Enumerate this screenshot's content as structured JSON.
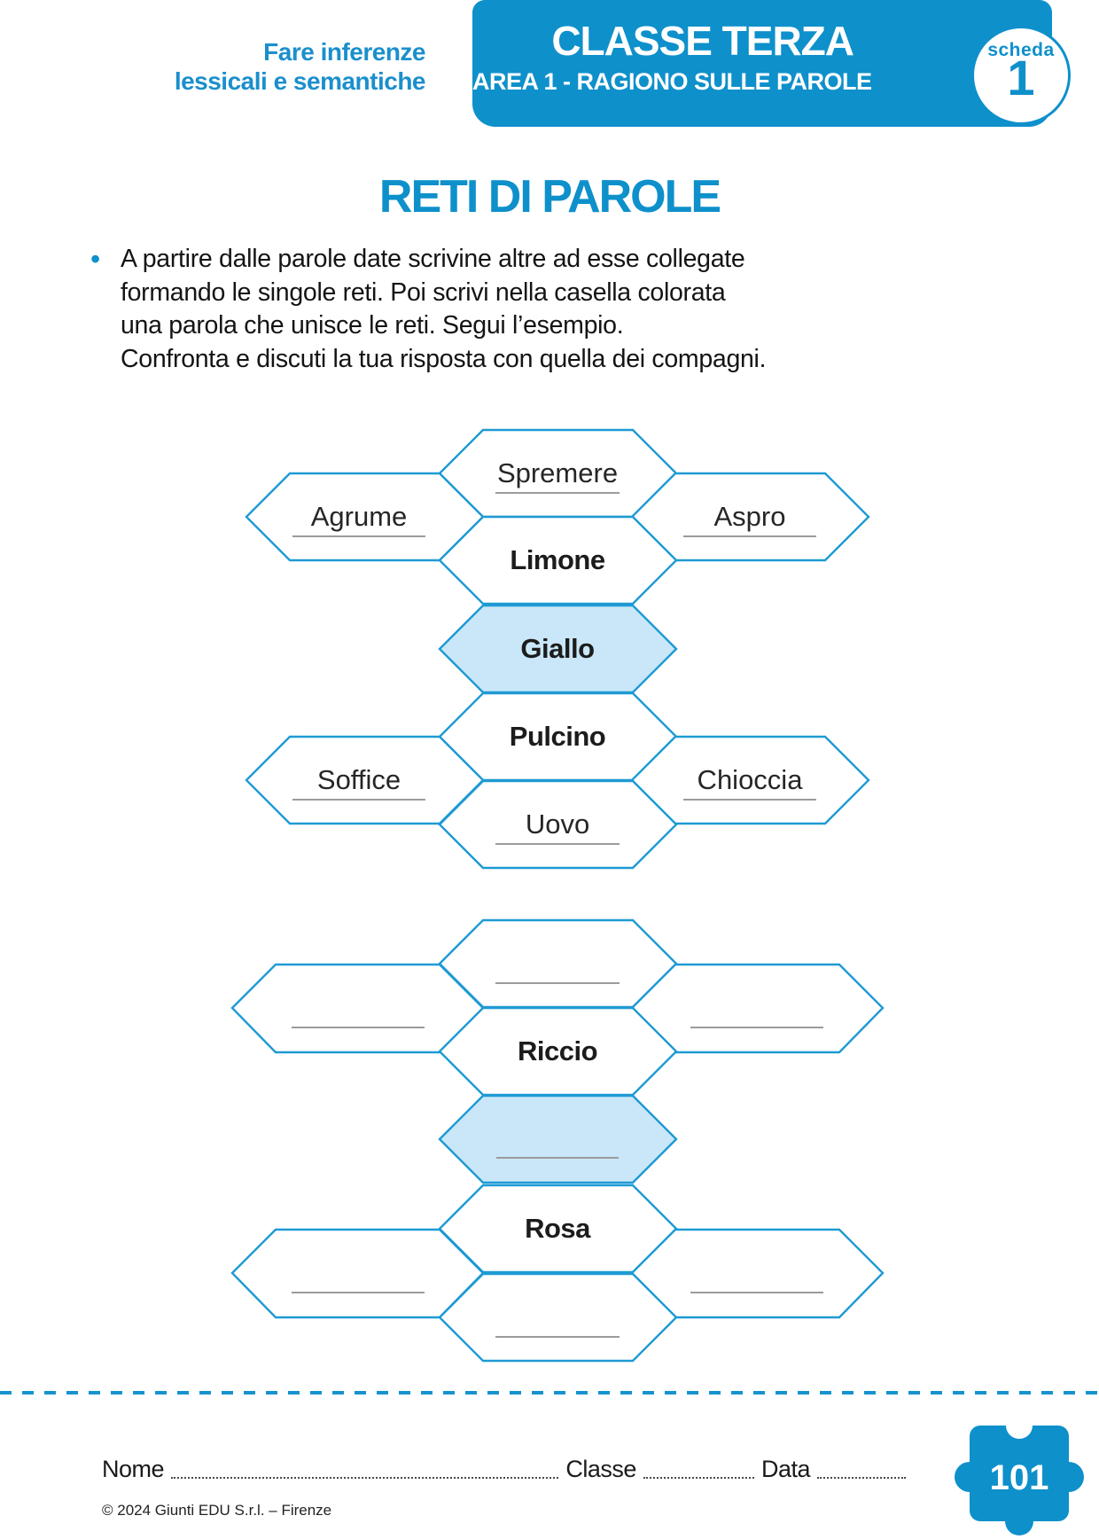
{
  "header": {
    "tagline_line1": "Fare inferenze",
    "tagline_line2": "lessicali e semantiche",
    "class_label": "CLASSE TERZA",
    "area_label": "AREA 1 - RAGIONO SULLE PAROLE",
    "badge": {
      "label": "scheda",
      "number": "1"
    }
  },
  "title": "RETI DI PAROLE",
  "intro": {
    "bullet": "•",
    "lines": [
      "A partire dalle parole date scrivine altre ad esse collegate",
      "formando le singole reti. Poi scrivi nella casella colorata",
      "una parola che unisce le reti. Segui l’esempio.",
      "Confronta e discuti la tua risposta con quella dei compagni."
    ]
  },
  "networks": [
    {
      "hexes": [
        {
          "label": "Spremere",
          "type": "answer",
          "colored": false
        },
        {
          "label": "Agrume",
          "type": "answer",
          "colored": false
        },
        {
          "label": "Aspro",
          "type": "answer",
          "colored": false
        },
        {
          "label": "Limone",
          "type": "given",
          "colored": false
        },
        {
          "label": "Giallo",
          "type": "given",
          "colored": true
        },
        {
          "label": "Pulcino",
          "type": "given",
          "colored": false
        },
        {
          "label": "Soffice",
          "type": "answer",
          "colored": false
        },
        {
          "label": "Chioccia",
          "type": "answer",
          "colored": false
        },
        {
          "label": "Uovo",
          "type": "answer",
          "colored": false
        }
      ]
    },
    {
      "hexes": [
        {
          "label": "",
          "type": "empty",
          "colored": false
        },
        {
          "label": "",
          "type": "empty",
          "colored": false
        },
        {
          "label": "",
          "type": "empty",
          "colored": false
        },
        {
          "label": "Riccio",
          "type": "given",
          "colored": false
        },
        {
          "label": "",
          "type": "empty",
          "colored": true
        },
        {
          "label": "Rosa",
          "type": "given",
          "colored": false
        },
        {
          "label": "",
          "type": "empty",
          "colored": false
        },
        {
          "label": "",
          "type": "empty",
          "colored": false
        },
        {
          "label": "",
          "type": "empty",
          "colored": false
        }
      ]
    }
  ],
  "footer": {
    "name_label": "Nome",
    "class_label": "Classe",
    "date_label": "Data",
    "copyright": "© 2024 Giunti EDU S.r.l. – Firenze",
    "page_number": "101"
  },
  "colors": {
    "brand_blue": "#0e90cb",
    "hex_stroke": "#1e9ad4",
    "highlight_fill": "#c9e7f8",
    "write_line_gray": "#9b9b9b"
  }
}
